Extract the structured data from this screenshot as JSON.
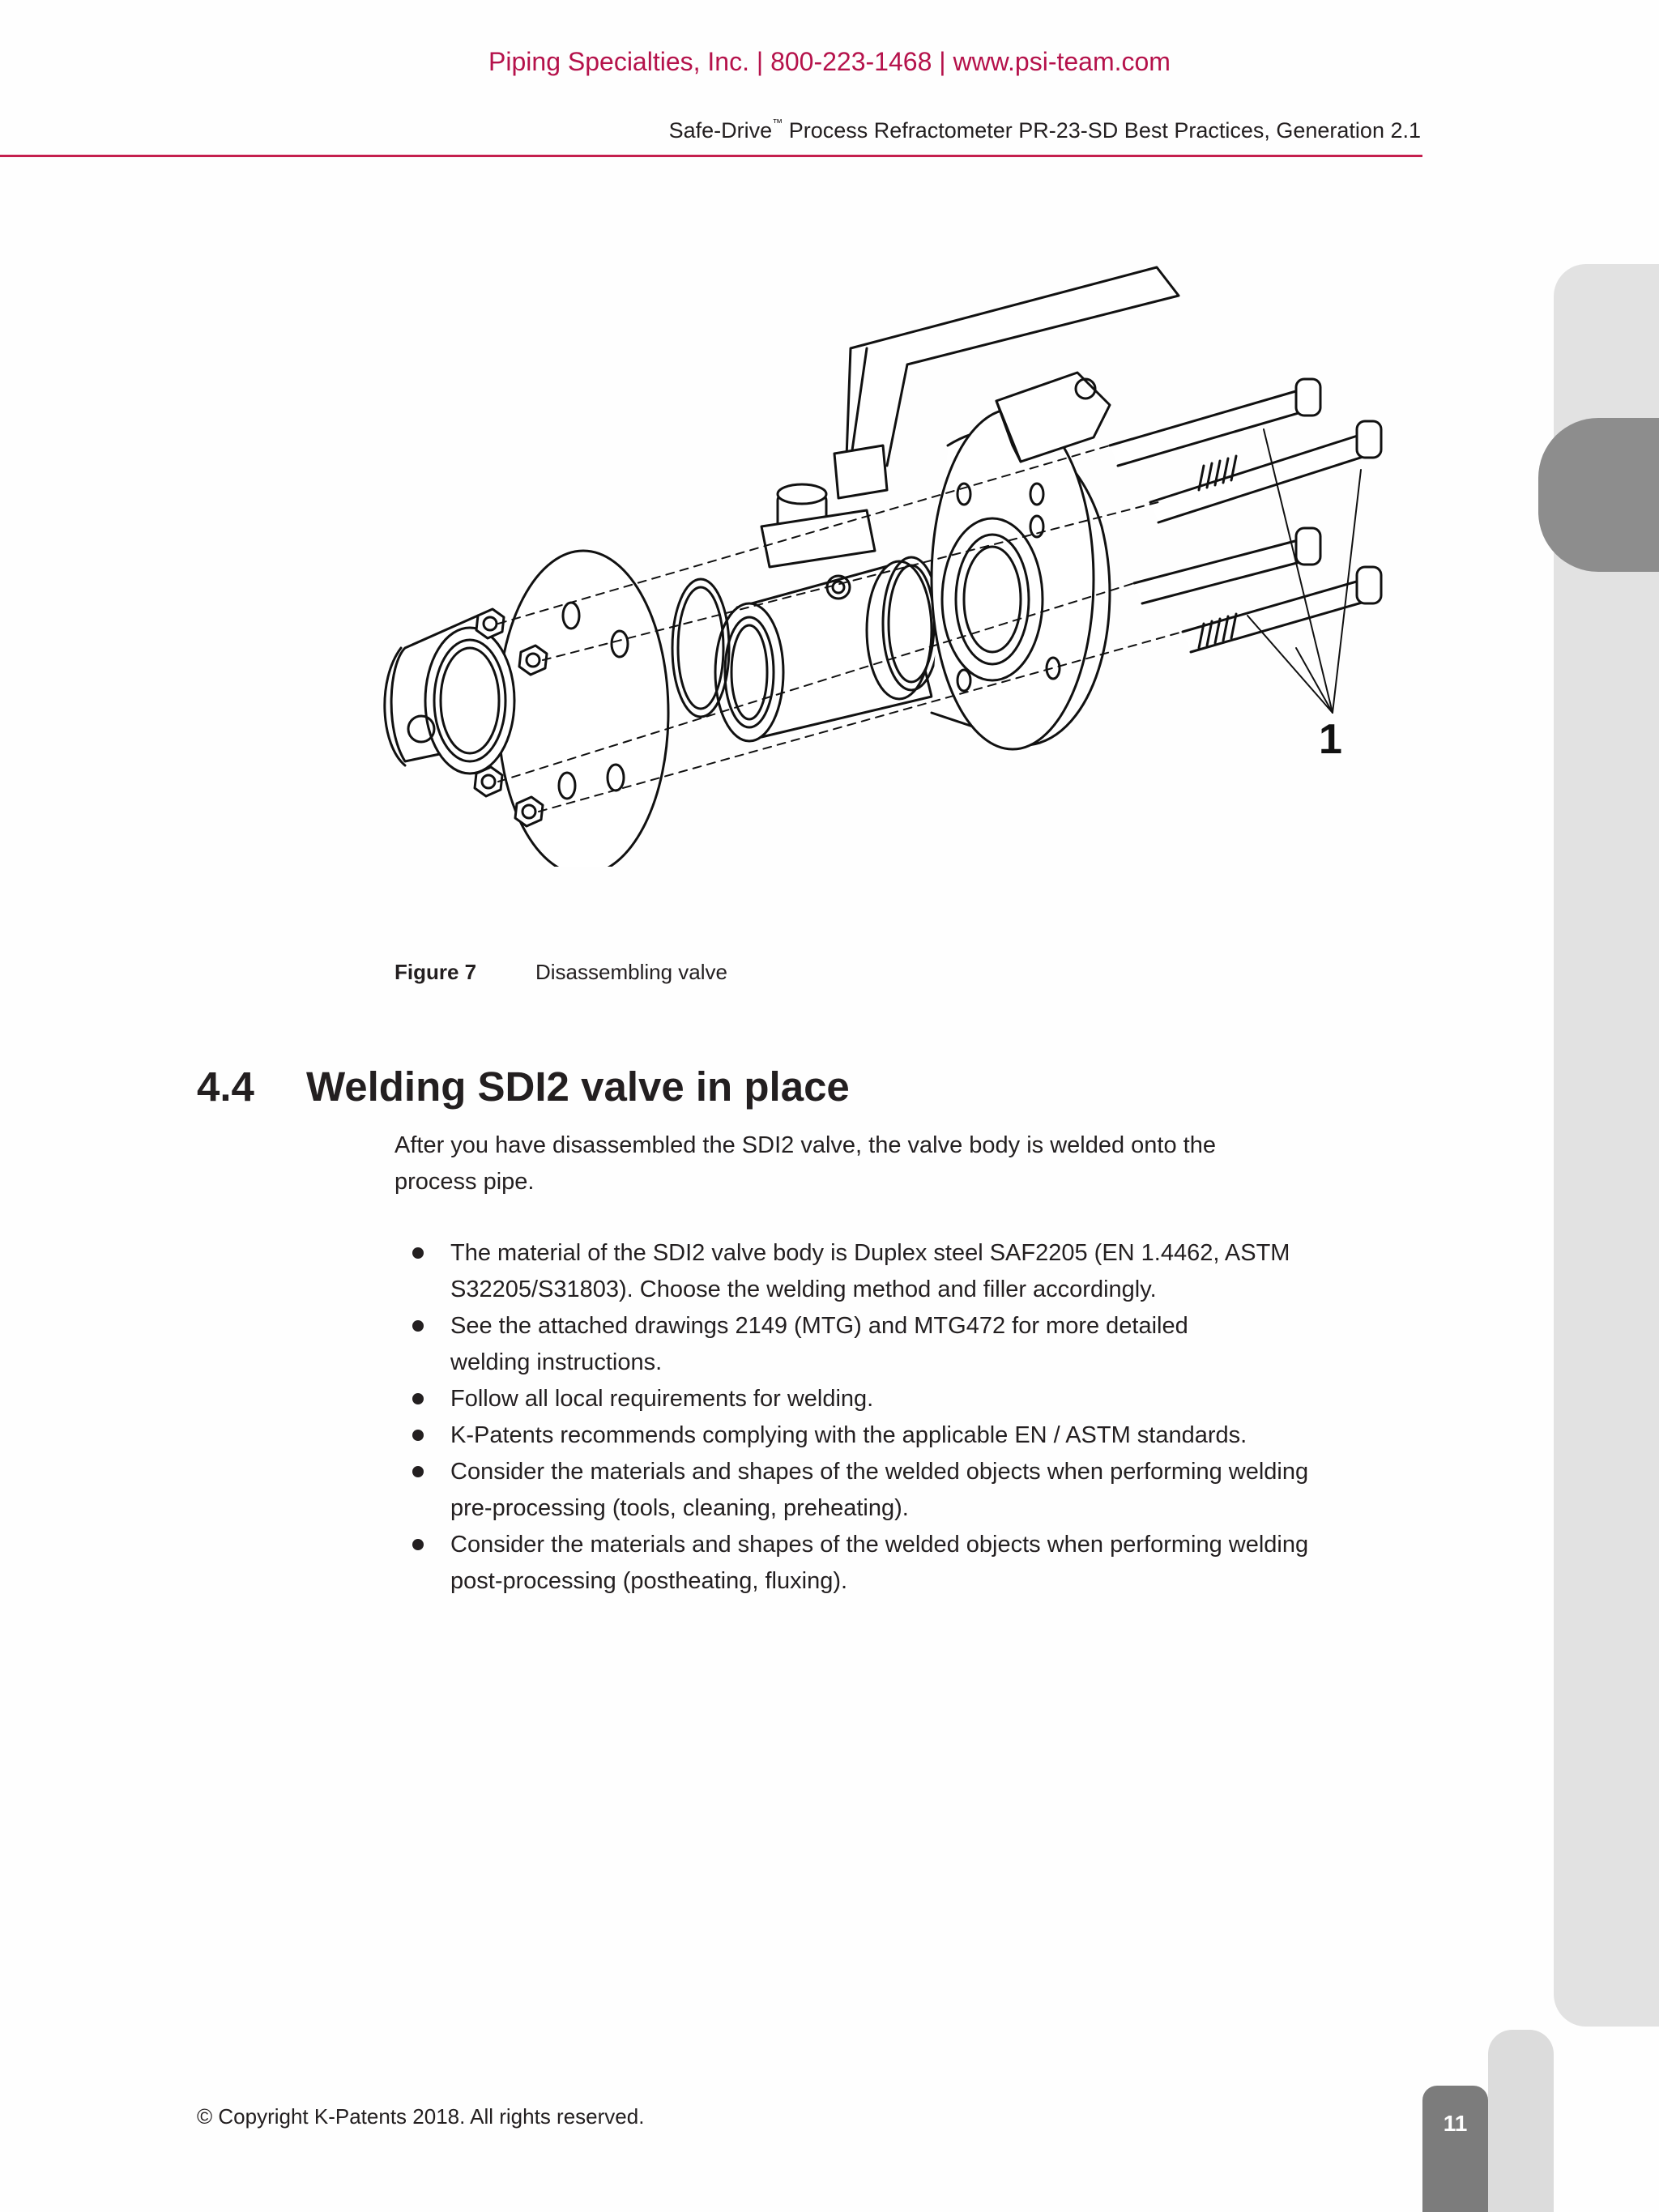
{
  "header": {
    "company_line": "Piping Specialties, Inc.  |  800-223-1468  |  www.psi-team.com",
    "doc_title_prefix": "Safe-Drive",
    "doc_title_tm": "™",
    "doc_title_suffix": " Process Refractometer PR-23-SD Best Practices, Generation 2.1"
  },
  "figure": {
    "callout": "1",
    "label": "Figure 7",
    "caption": "Disassembling valve"
  },
  "section": {
    "number": "4.4",
    "title": "Welding SDI2 valve in place",
    "intro_lines": [
      "After you have disassembled the SDI2 valve, the valve body is welded onto the",
      "process pipe."
    ],
    "bullets": [
      [
        "The material of the SDI2 valve body is Duplex steel SAF2205 (EN 1.4462, ASTM",
        "S32205/S31803). Choose the welding method and filler accordingly."
      ],
      [
        "See the attached drawings 2149 (MTG) and MTG472 for more detailed",
        "welding instructions."
      ],
      [
        "Follow all local requirements for welding."
      ],
      [
        "K-Patents recommends complying with the applicable EN / ASTM standards."
      ],
      [
        "Consider the materials and shapes of the welded objects when performing welding",
        "pre-processing (tools, cleaning, preheating)."
      ],
      [
        "Consider the materials and shapes of the welded objects when performing welding",
        "post-processing (postheating, fluxing)."
      ]
    ]
  },
  "footer": {
    "copyright": "© Copyright K-Patents 2018. All rights reserved.",
    "page_number": "11"
  },
  "colors": {
    "accent": "#c51f4e",
    "tab_dark": "#8d8d8d",
    "tab_light": "#e2e2e2"
  }
}
